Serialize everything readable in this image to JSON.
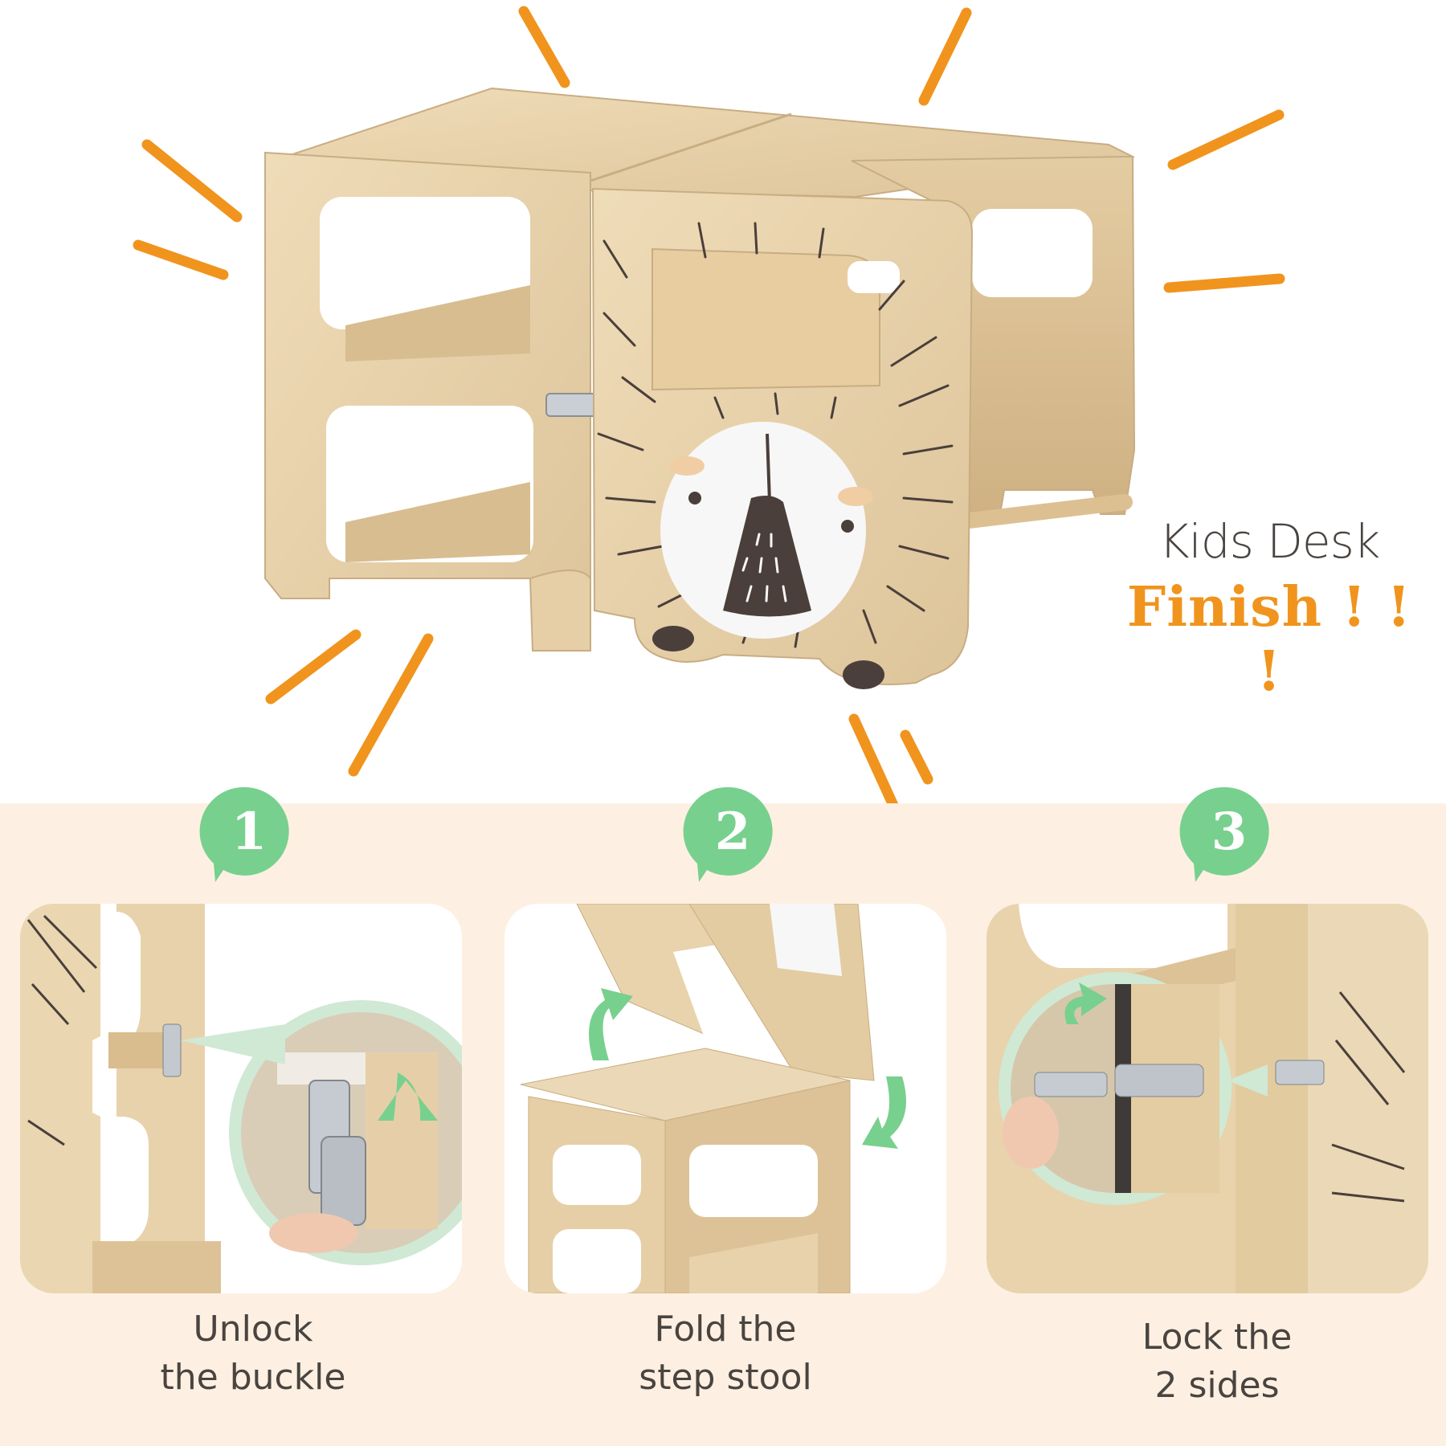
{
  "title": {
    "line1": "Kids Desk",
    "line2": "Finish ! ! !"
  },
  "colors": {
    "accent_orange": "#f0941e",
    "badge_green": "#78d08e",
    "wood": "#e8d3ac",
    "band": "#fdf0e2",
    "text": "#4a4440"
  },
  "steps": [
    {
      "number": "1",
      "caption_line1": "Unlock",
      "caption_line2": "the buckle"
    },
    {
      "number": "2",
      "caption_line1": "Fold the",
      "caption_line2": "step stool"
    },
    {
      "number": "3",
      "caption_line1": "Lock the",
      "caption_line2": "2 sides"
    }
  ]
}
